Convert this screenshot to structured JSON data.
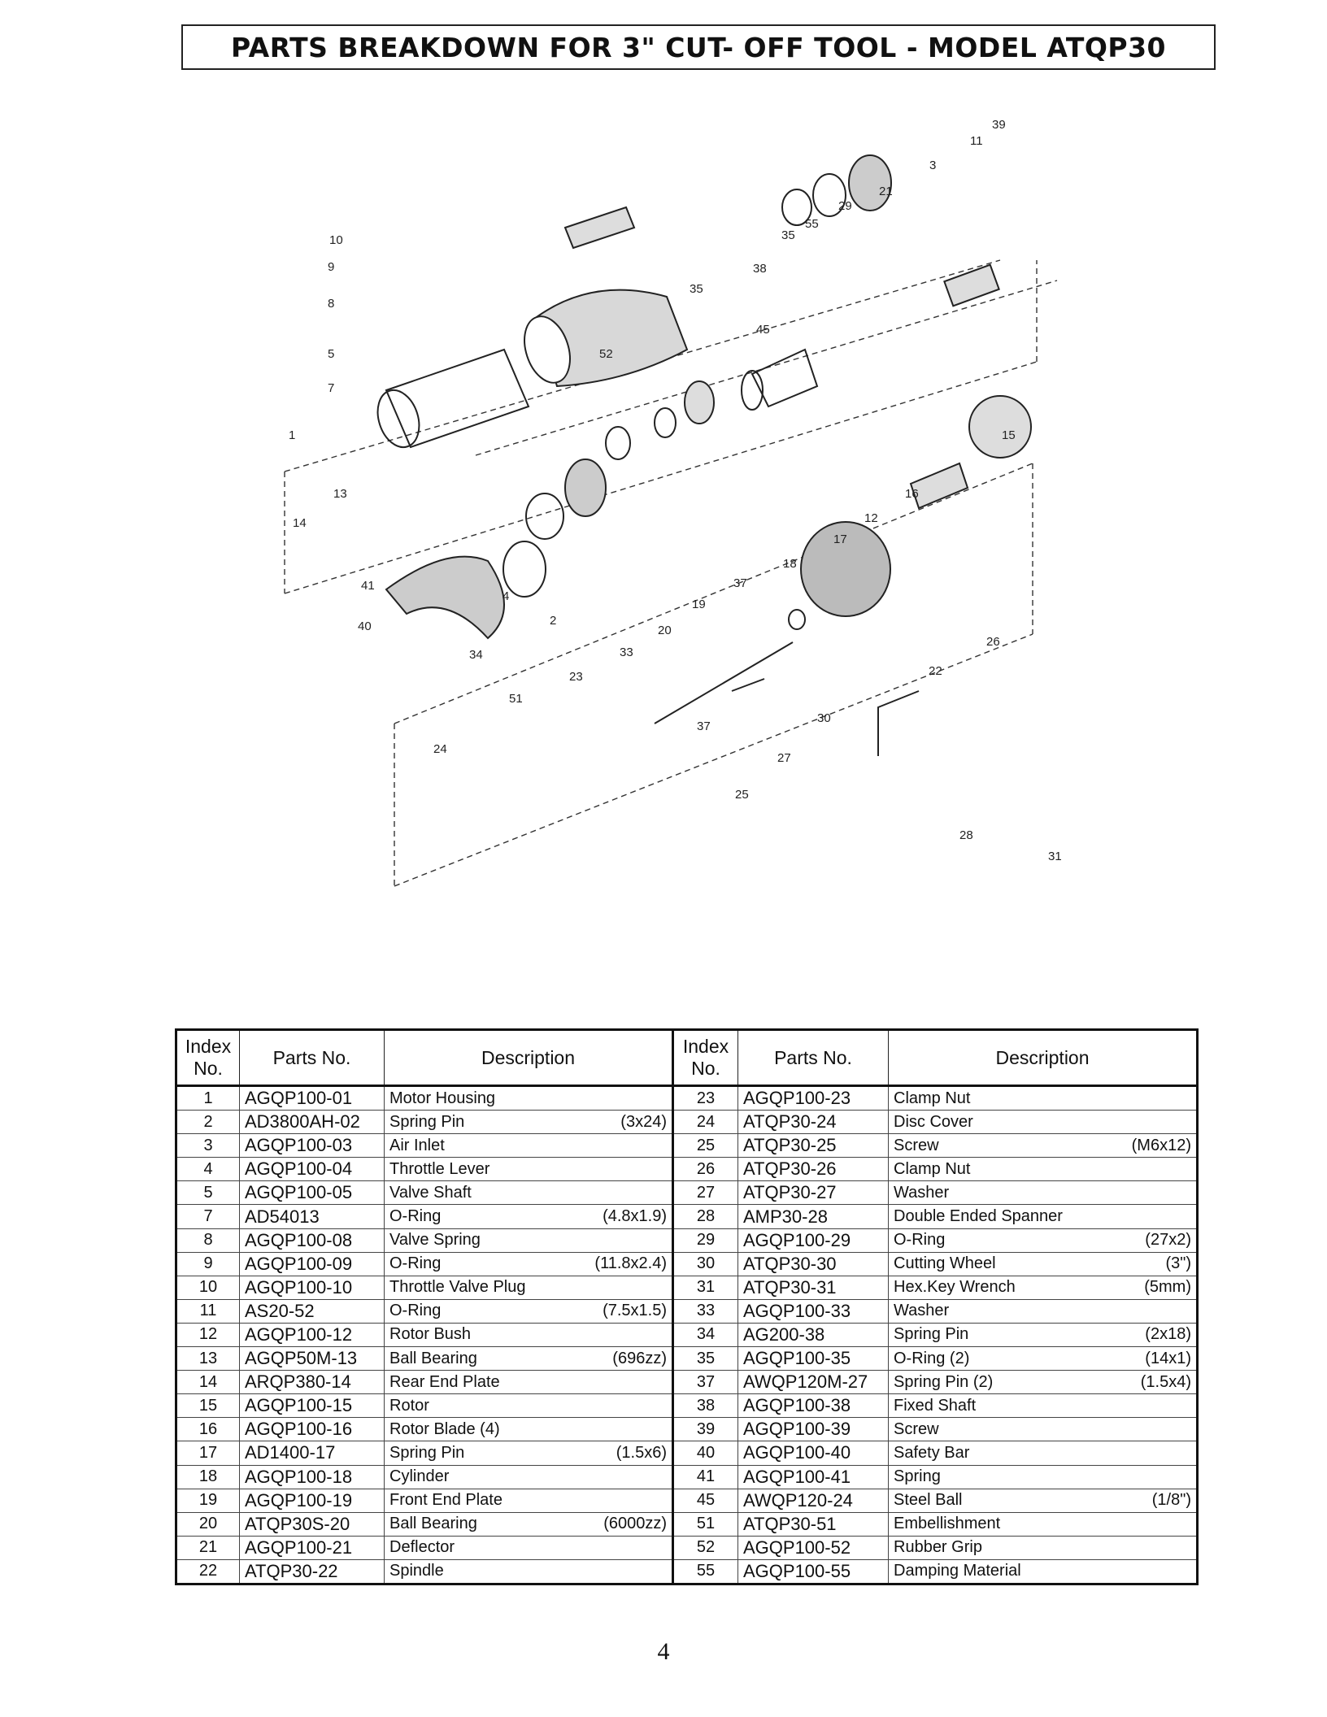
{
  "title": "PARTS BREAKDOWN FOR  3\" CUT- OFF TOOL - MODEL ATQP30",
  "page_number": "4",
  "table": {
    "headers": {
      "index": "Index No.",
      "parts_no": "Parts No.",
      "description": "Description"
    },
    "left": [
      {
        "index": "1",
        "part": "AGQP100-01",
        "desc": "Motor Housing",
        "spec": ""
      },
      {
        "index": "2",
        "part": "AD3800AH-02",
        "desc": "Spring Pin",
        "spec": "(3x24)"
      },
      {
        "index": "3",
        "part": "AGQP100-03",
        "desc": "Air Inlet",
        "spec": ""
      },
      {
        "index": "4",
        "part": "AGQP100-04",
        "desc": "Throttle Lever",
        "spec": ""
      },
      {
        "index": "5",
        "part": "AGQP100-05",
        "desc": "Valve Shaft",
        "spec": ""
      },
      {
        "index": "7",
        "part": "AD54013",
        "desc": "O-Ring",
        "spec": "(4.8x1.9)"
      },
      {
        "index": "8",
        "part": "AGQP100-08",
        "desc": "Valve Spring",
        "spec": ""
      },
      {
        "index": "9",
        "part": "AGQP100-09",
        "desc": "O-Ring",
        "spec": "(11.8x2.4)"
      },
      {
        "index": "10",
        "part": "AGQP100-10",
        "desc": "Throttle Valve Plug",
        "spec": ""
      },
      {
        "index": "11",
        "part": "AS20-52",
        "desc": "O-Ring",
        "spec": "(7.5x1.5)"
      },
      {
        "index": "12",
        "part": "AGQP100-12",
        "desc": "Rotor Bush",
        "spec": ""
      },
      {
        "index": "13",
        "part": "AGQP50M-13",
        "desc": "Ball Bearing",
        "spec": "(696zz)"
      },
      {
        "index": "14",
        "part": "ARQP380-14",
        "desc": "Rear End Plate",
        "spec": ""
      },
      {
        "index": "15",
        "part": "AGQP100-15",
        "desc": "Rotor",
        "spec": ""
      },
      {
        "index": "16",
        "part": "AGQP100-16",
        "desc": "Rotor Blade (4)",
        "spec": ""
      },
      {
        "index": "17",
        "part": "AD1400-17",
        "desc": "Spring Pin",
        "spec": "(1.5x6)"
      },
      {
        "index": "18",
        "part": "AGQP100-18",
        "desc": "Cylinder",
        "spec": ""
      },
      {
        "index": "19",
        "part": "AGQP100-19",
        "desc": "Front End Plate",
        "spec": ""
      },
      {
        "index": "20",
        "part": "ATQP30S-20",
        "desc": "Ball Bearing",
        "spec": "(6000zz)"
      },
      {
        "index": "21",
        "part": "AGQP100-21",
        "desc": "Deflector",
        "spec": ""
      },
      {
        "index": "22",
        "part": "ATQP30-22",
        "desc": "Spindle",
        "spec": ""
      }
    ],
    "right": [
      {
        "index": "23",
        "part": "AGQP100-23",
        "desc": "Clamp Nut",
        "spec": ""
      },
      {
        "index": "24",
        "part": "ATQP30-24",
        "desc": "Disc Cover",
        "spec": ""
      },
      {
        "index": "25",
        "part": "ATQP30-25",
        "desc": "Screw",
        "spec": "(M6x12)"
      },
      {
        "index": "26",
        "part": "ATQP30-26",
        "desc": "Clamp Nut",
        "spec": ""
      },
      {
        "index": "27",
        "part": "ATQP30-27",
        "desc": "Washer",
        "spec": ""
      },
      {
        "index": "28",
        "part": "AMP30-28",
        "desc": "Double Ended Spanner",
        "spec": ""
      },
      {
        "index": "29",
        "part": "AGQP100-29",
        "desc": "O-Ring",
        "spec": "(27x2)"
      },
      {
        "index": "30",
        "part": "ATQP30-30",
        "desc": "Cutting Wheel",
        "spec": "(3\")"
      },
      {
        "index": "31",
        "part": "ATQP30-31",
        "desc": "Hex.Key Wrench",
        "spec": "(5mm)"
      },
      {
        "index": "33",
        "part": "AGQP100-33",
        "desc": "Washer",
        "spec": ""
      },
      {
        "index": "34",
        "part": "AG200-38",
        "desc": "Spring Pin",
        "spec": "(2x18)"
      },
      {
        "index": "35",
        "part": "AGQP100-35",
        "desc": "O-Ring (2)",
        "spec": "(14x1)"
      },
      {
        "index": "37",
        "part": "AWQP120M-27",
        "desc": "Spring Pin (2)",
        "spec": "(1.5x4)"
      },
      {
        "index": "38",
        "part": "AGQP100-38",
        "desc": "Fixed Shaft",
        "spec": ""
      },
      {
        "index": "39",
        "part": "AGQP100-39",
        "desc": "Screw",
        "spec": ""
      },
      {
        "index": "40",
        "part": "AGQP100-40",
        "desc": "Safety Bar",
        "spec": ""
      },
      {
        "index": "41",
        "part": "AGQP100-41",
        "desc": "Spring",
        "spec": ""
      },
      {
        "index": "45",
        "part": "AWQP120-24",
        "desc": "Steel Ball",
        "spec": "(1/8\")"
      },
      {
        "index": "51",
        "part": "ATQP30-51",
        "desc": "Embellishment",
        "spec": ""
      },
      {
        "index": "52",
        "part": "AGQP100-52",
        "desc": "Rubber Grip",
        "spec": ""
      },
      {
        "index": "55",
        "part": "AGQP100-55",
        "desc": "Damping Material",
        "spec": ""
      }
    ]
  },
  "diagram_callouts": [
    "39",
    "11",
    "3",
    "21",
    "29",
    "55",
    "35",
    "38",
    "35",
    "45",
    "10",
    "9",
    "8",
    "52",
    "5",
    "7",
    "1",
    "15",
    "13",
    "14",
    "16",
    "12",
    "17",
    "18",
    "37",
    "41",
    "4",
    "2",
    "40",
    "34",
    "19",
    "20",
    "33",
    "26",
    "23",
    "22",
    "51",
    "37",
    "30",
    "24",
    "27",
    "25",
    "28",
    "31"
  ]
}
